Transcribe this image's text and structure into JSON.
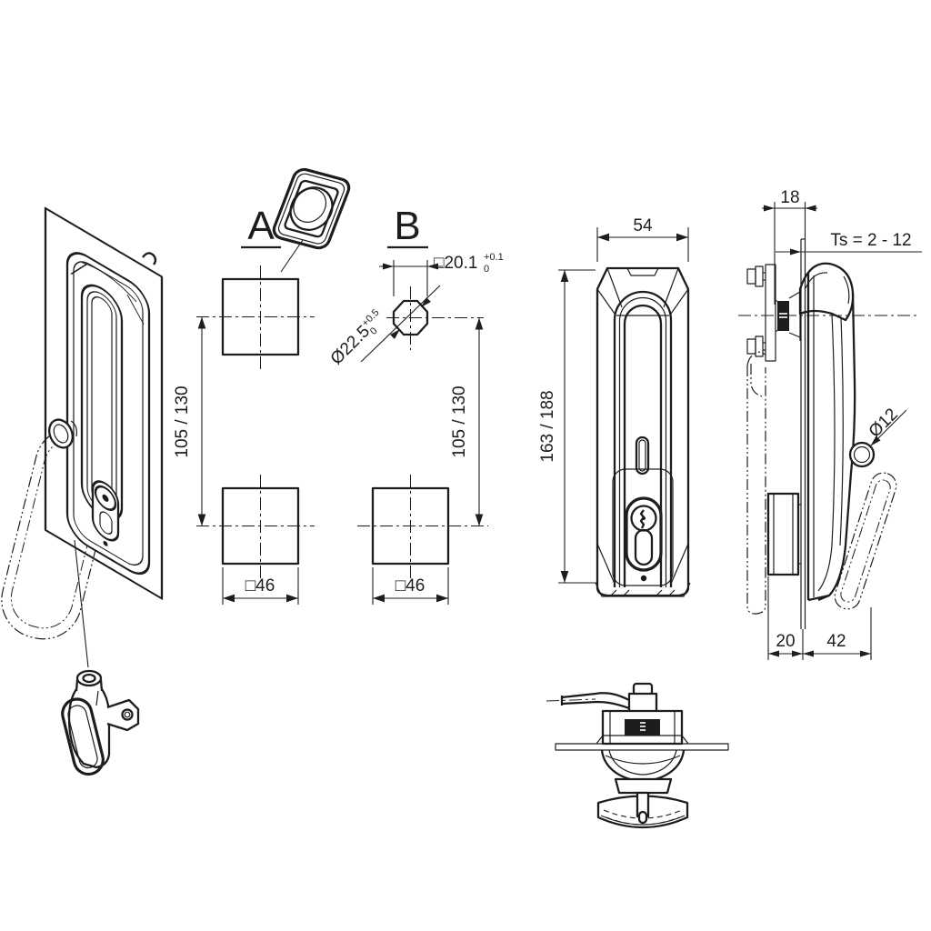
{
  "document": {
    "type": "technical-drawing",
    "background": "#ffffff",
    "line_color": "#1d1d1b"
  },
  "labels": {
    "view_a": "A",
    "view_b": "B"
  },
  "dimensions": {
    "view_a": {
      "center_distance": "105 / 130",
      "square_cutout": "□46"
    },
    "view_b": {
      "center_distance": "105 / 130",
      "square_cutout": "□46",
      "octagon_square": "□20.1",
      "octagon_square_tol_upper": "+0.1",
      "octagon_square_tol_lower": "0",
      "octagon_circle": "Ø22.5",
      "octagon_circle_tol_upper": "+0.5",
      "octagon_circle_tol_lower": "0"
    },
    "front_view": {
      "width": "54",
      "height": "163 / 188"
    },
    "side_view": {
      "cam_offset": "18",
      "door_thickness": "Ts = 2 - 12",
      "padlock_hole": "Ø12",
      "depth_behind": "20",
      "depth_front": "42"
    }
  }
}
